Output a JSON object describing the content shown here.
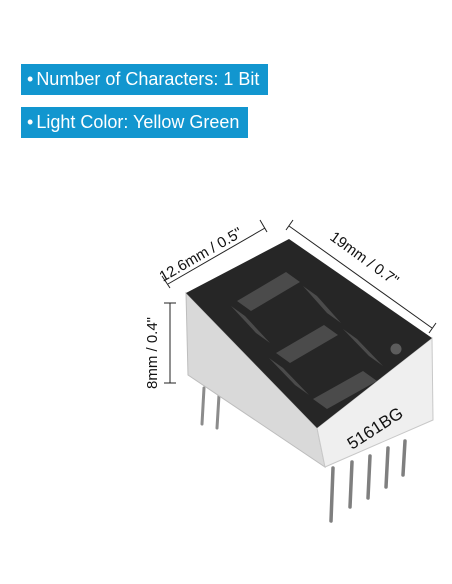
{
  "features": [
    {
      "bullet": "•",
      "text": "Number of Characters: 1 Bit"
    },
    {
      "bullet": "•",
      "text": "Light Color: Yellow Green"
    }
  ],
  "dimensions": {
    "width": "12.6mm / 0.5\"",
    "length": "19mm / 0.7\"",
    "height": "8mm / 0.4\""
  },
  "part_number": "5161BG",
  "colors": {
    "badge_bg": "#1296cf",
    "badge_text": "#ffffff",
    "display_face": "#262626",
    "segment": "#4a4a4a",
    "body_side": "#ededed",
    "pin": "#8c8c8c"
  }
}
